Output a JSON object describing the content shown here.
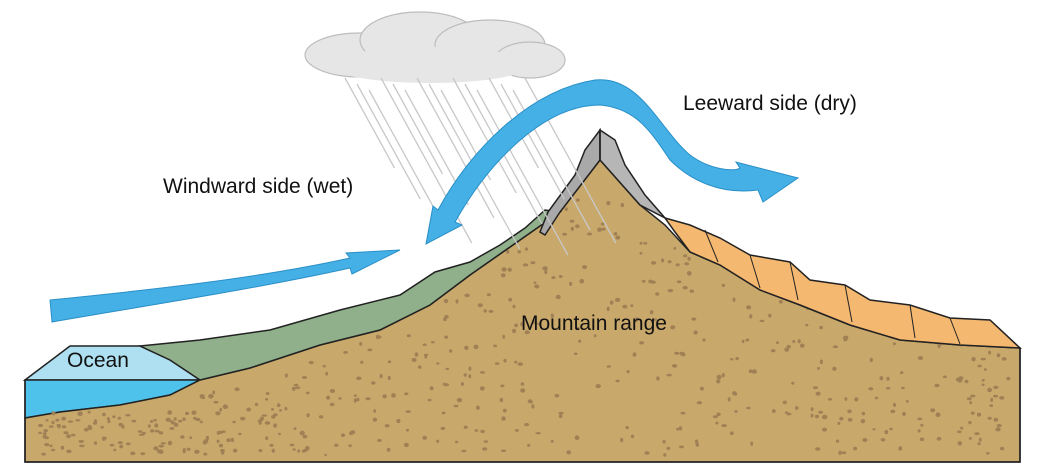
{
  "labels": {
    "windward": "Windward side (wet)",
    "leeward": "Leeward side (dry)",
    "mountain": "Mountain range",
    "ocean": "Ocean"
  },
  "colors": {
    "soil": "#c9a86b",
    "soil_dots": "#a08055",
    "vegetation": "#8fb08a",
    "arid": "#f5b870",
    "rock": "#a9a9a9",
    "ocean": "#aee0f2",
    "ocean_front": "#4fc2ec",
    "wind_arrow": "#45b0e6",
    "cloud": "#e6e6e6",
    "rain": "#c8c8c8",
    "outline": "#222222"
  },
  "icons": {
    "cloud": "cloud-icon",
    "rain": "rain-streaks",
    "wind": "wind-arrow-icon"
  }
}
